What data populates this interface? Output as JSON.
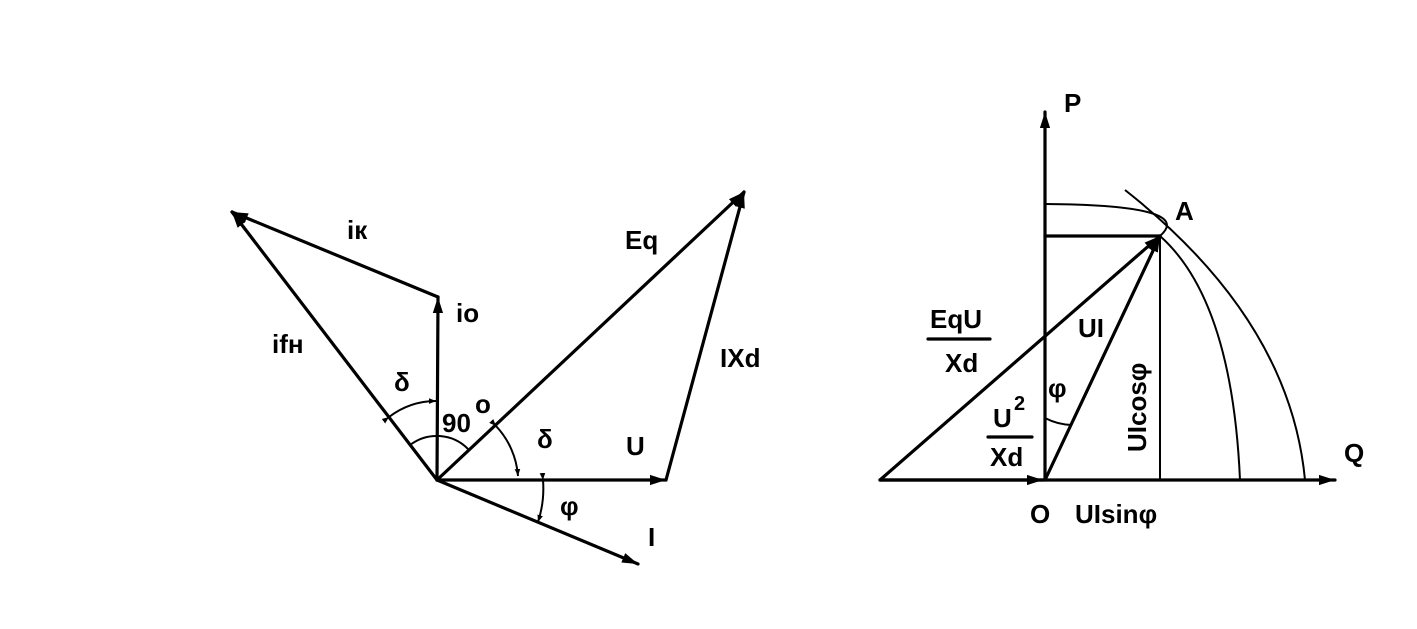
{
  "phasor": {
    "labels": {
      "ik": "iк",
      "i0": "io",
      "ifn": "ifн",
      "delta_left": "δ",
      "ninety": "90",
      "ninety_sup": "o",
      "eq": "Eq",
      "ixd": "IXd",
      "delta_right": "δ",
      "u": "U",
      "phi": "φ",
      "i": "I"
    }
  },
  "power": {
    "labels": {
      "p": "P",
      "q": "Q",
      "a": "A",
      "o": "O",
      "ui": "UI",
      "phi": "φ",
      "ulcos": "UIcosφ",
      "ulsin": "UIsinφ",
      "equ_num": "EqU",
      "equ_den": "Xd",
      "u2_num": "U",
      "u2_sup": "2",
      "u2_den": "Xd"
    }
  },
  "colors": {
    "ink": "#000000",
    "background": "#ffffff"
  }
}
